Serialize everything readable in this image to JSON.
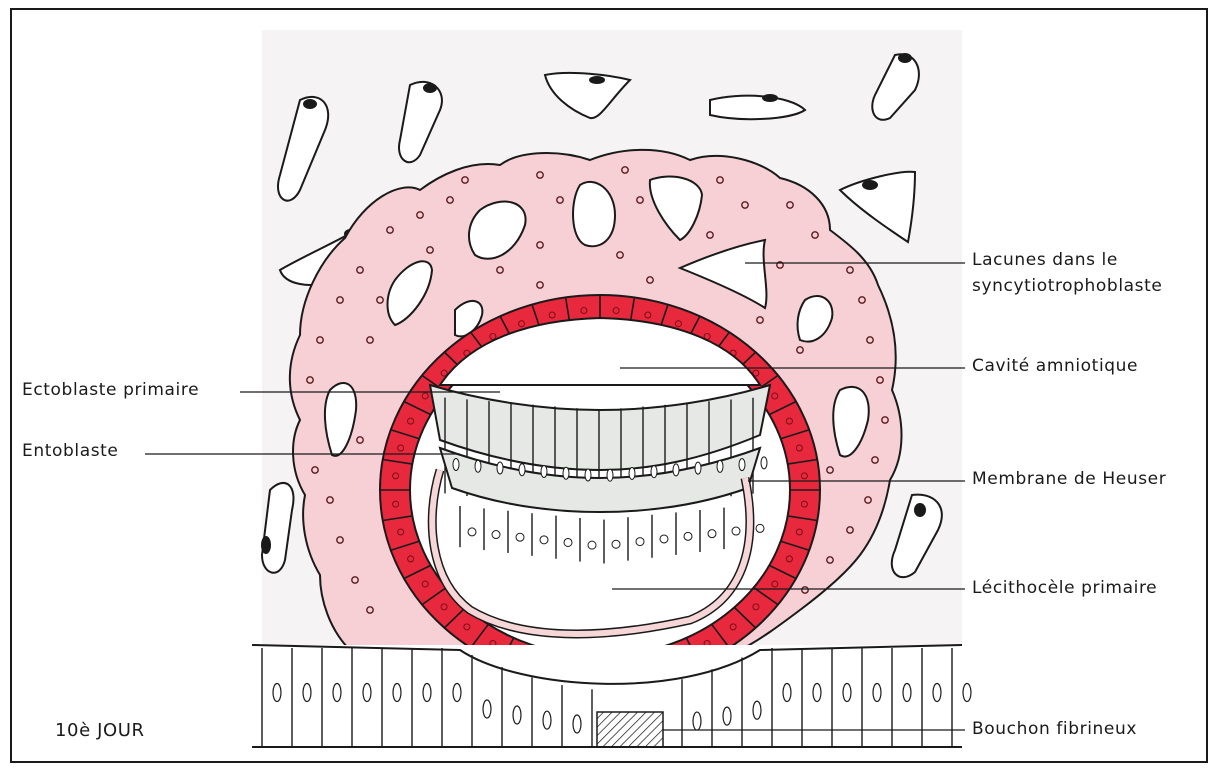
{
  "labels": {
    "lacunes": "Lacunes dans le",
    "lacunes_line2": "syncytiotrophoblaste",
    "cavite_amniotique": "Cavité amniotique",
    "ectoblaste": "Ectoblaste primaire",
    "entoblaste": "Entoblaste",
    "membrane_heuser": "Membrane de Heuser",
    "lecithocele": "Lécithocèle primaire",
    "bouchon": "Bouchon fibrineux",
    "day": "10è JOUR"
  },
  "colors": {
    "syncytiotrophoblast": "#f6d0d4",
    "cytotrophoblast": "#e8283d",
    "epiblast": "#e6e8e6",
    "heuser_membrane": "#f7d6d8",
    "outline": "#1a1a1a",
    "background_tissue": "#f5f3f3"
  }
}
